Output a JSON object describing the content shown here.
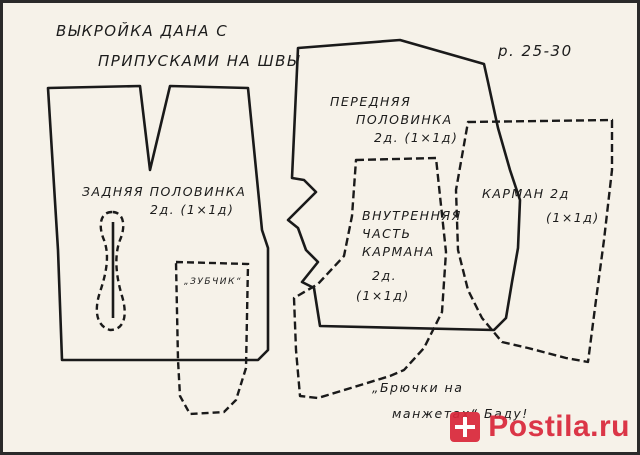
{
  "title_line1": "ВЫКРОЙКА ДАНА С",
  "title_line2": "ПРИПУСКАМИ НА ШВЫ",
  "size_label": "р. 25-30",
  "pieces": {
    "back": {
      "line1": "ЗАДНЯЯ ПОЛОВИНКА",
      "line2": "2д. (1×1д)"
    },
    "front": {
      "line1": "ПЕРЕДНЯЯ",
      "line2": "ПОЛОВИНКА",
      "line3": "2д. (1×1д)"
    },
    "inner_pocket": {
      "line1": "ВНУТРЕННЯЯ",
      "line2": "ЧАСТЬ",
      "line3": "КАРМАНА",
      "line4": "2д.",
      "line5": "(1×1д)"
    },
    "pocket": {
      "line1": "КАРМАН 2д",
      "line2": "(1×1д)"
    },
    "belt_loop": {
      "label": "„ЗУБЧИК“"
    }
  },
  "caption": {
    "line1": "„Брючки на",
    "line2": "манжетах“ Баду!"
  },
  "watermark": {
    "text": "Postila.ru",
    "color": "#d9273a"
  }
}
